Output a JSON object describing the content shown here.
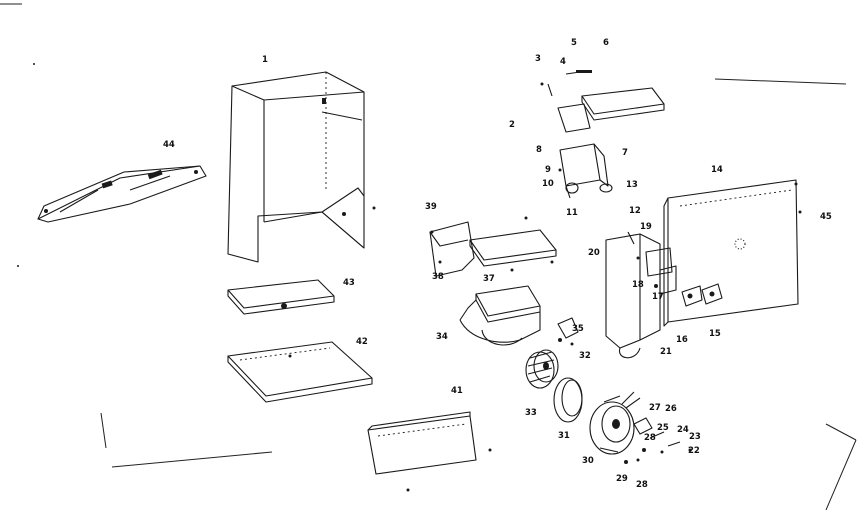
{
  "diagram": {
    "callouts": {
      "c1": "1",
      "c2": "2",
      "c3": "3",
      "c4": "4",
      "c5": "5",
      "c6": "6",
      "c7": "7",
      "c8": "8",
      "c9": "9",
      "c10": "10",
      "c11": "11",
      "c12": "12",
      "c13": "13",
      "c14": "14",
      "c15": "15",
      "c16": "16",
      "c17": "17",
      "c18": "18",
      "c19": "19",
      "c20": "20",
      "c21": "21",
      "c22": "22",
      "c23": "23",
      "c24": "24",
      "c25": "25",
      "c26": "26",
      "c27": "27",
      "c28": "28",
      "c28b": "28",
      "c29": "29",
      "c30": "30",
      "c31": "31",
      "c32": "32",
      "c33": "33",
      "c34": "34",
      "c35": "35",
      "c37": "37",
      "c38": "38",
      "c39": "39",
      "c41": "41",
      "c42": "42",
      "c43": "43",
      "c44": "44",
      "c45": "45"
    }
  }
}
